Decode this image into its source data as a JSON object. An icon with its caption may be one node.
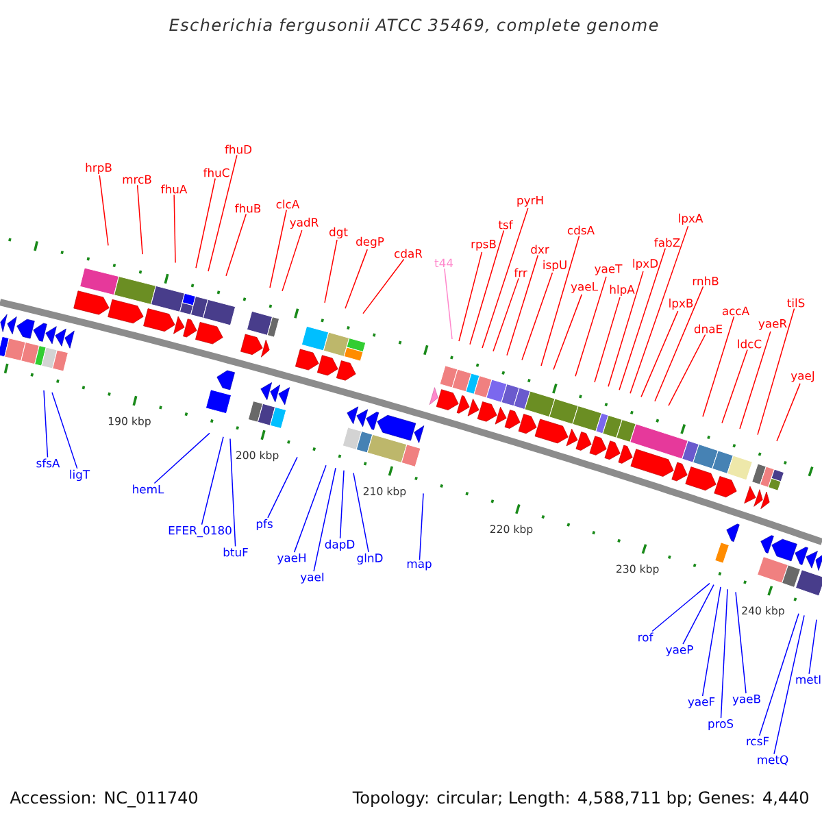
{
  "diagram": {
    "title": "Escherichia fergusonii ATCC 35469, complete genome",
    "nodes": [
      {
        "text": [
          "hrpB"
        ]
      },
      {
        "text": [
          "mrcB"
        ]
      },
      {
        "text": [
          "fhuA"
        ]
      },
      {
        "text": [
          "fhuC"
        ]
      },
      {
        "text": [
          "fhuD"
        ]
      },
      {
        "text": [
          "fhuB"
        ]
      },
      {
        "text": [
          "clcA"
        ]
      },
      {
        "text": [
          "yadR"
        ]
      },
      {
        "text": [
          "dgt"
        ]
      },
      {
        "text": [
          "degP"
        ]
      },
      {
        "text": [
          "cdaR"
        ]
      },
      {
        "text": [
          "t44"
        ]
      },
      {
        "text": [
          "rpsB"
        ]
      },
      {
        "text": [
          "tsf"
        ]
      },
      {
        "text": [
          "pyrH"
        ]
      },
      {
        "text": [
          "frr"
        ]
      },
      {
        "text": [
          "dxr"
        ]
      },
      {
        "text": [
          "ispU"
        ]
      },
      {
        "text": [
          "cdsA"
        ]
      },
      {
        "text": [
          "yaeL"
        ]
      },
      {
        "text": [
          "yaeT"
        ]
      },
      {
        "text": [
          "hlpA"
        ]
      },
      {
        "text": [
          "lpxD"
        ]
      },
      {
        "text": [
          "fabZ"
        ]
      },
      {
        "text": [
          "lpxA"
        ]
      },
      {
        "text": [
          "lpxB"
        ]
      },
      {
        "text": [
          "rnhB"
        ]
      },
      {
        "text": [
          "dnaE"
        ]
      },
      {
        "text": [
          "accA"
        ]
      },
      {
        "text": [
          "ldcC"
        ]
      },
      {
        "text": [
          "yaeR"
        ]
      },
      {
        "text": [
          "tilS"
        ]
      },
      {
        "text": [
          "yaeJ"
        ]
      },
      {
        "text": [
          "sfsA"
        ]
      },
      {
        "text": [
          "ligT"
        ]
      },
      {
        "text": [
          "hemL"
        ]
      },
      {
        "text": [
          "EFER_0180"
        ]
      },
      {
        "text": [
          "btuF"
        ]
      },
      {
        "text": [
          "pfs"
        ]
      },
      {
        "text": [
          "yaeH"
        ]
      },
      {
        "text": [
          "yaeI"
        ]
      },
      {
        "text": [
          "dapD"
        ]
      },
      {
        "text": [
          "glnD"
        ]
      },
      {
        "text": [
          "map"
        ]
      },
      {
        "text": [
          "rof"
        ]
      },
      {
        "text": [
          "yaeP"
        ]
      },
      {
        "text": [
          "yaeF"
        ]
      },
      {
        "text": [
          "proS"
        ]
      },
      {
        "text": [
          "yaeB"
        ]
      },
      {
        "text": [
          "rcsF"
        ]
      },
      {
        "text": [
          "metQ"
        ]
      },
      {
        "text": [
          "metI"
        ]
      }
    ],
    "edges": [
      {
        "from": 0,
        "to": null,
        "arrow": "none"
      },
      {
        "from": 1,
        "to": null,
        "arrow": "none"
      },
      {
        "from": 2,
        "to": null,
        "arrow": "none"
      },
      {
        "from": 3,
        "to": null,
        "arrow": "none"
      },
      {
        "from": 4,
        "to": null,
        "arrow": "none"
      },
      {
        "from": 5,
        "to": null,
        "arrow": "none"
      },
      {
        "from": 6,
        "to": null,
        "arrow": "none"
      },
      {
        "from": 7,
        "to": null,
        "arrow": "none"
      },
      {
        "from": 8,
        "to": null,
        "arrow": "none"
      },
      {
        "from": 9,
        "to": null,
        "arrow": "none"
      },
      {
        "from": 10,
        "to": null,
        "arrow": "none"
      },
      {
        "from": 11,
        "to": null,
        "arrow": "none",
        "color": "#ff88cc"
      },
      {
        "from": 12,
        "to": null,
        "arrow": "none"
      },
      {
        "from": 13,
        "to": null,
        "arrow": "none"
      },
      {
        "from": 14,
        "to": null,
        "arrow": "none"
      },
      {
        "from": 15,
        "to": null,
        "arrow": "none"
      },
      {
        "from": 16,
        "to": null,
        "arrow": "none"
      },
      {
        "from": 17,
        "to": null,
        "arrow": "none"
      },
      {
        "from": 18,
        "to": null,
        "arrow": "none"
      },
      {
        "from": 19,
        "to": null,
        "arrow": "none"
      },
      {
        "from": 20,
        "to": null,
        "arrow": "none"
      },
      {
        "from": 21,
        "to": null,
        "arrow": "none"
      },
      {
        "from": 22,
        "to": null,
        "arrow": "none"
      },
      {
        "from": 23,
        "to": null,
        "arrow": "none"
      },
      {
        "from": 24,
        "to": null,
        "arrow": "none"
      },
      {
        "from": 25,
        "to": null,
        "arrow": "none"
      },
      {
        "from": 26,
        "to": null,
        "arrow": "none"
      },
      {
        "from": 27,
        "to": null,
        "arrow": "none"
      },
      {
        "from": 28,
        "to": null,
        "arrow": "none"
      },
      {
        "from": 29,
        "to": null,
        "arrow": "none"
      },
      {
        "from": 30,
        "to": null,
        "arrow": "none"
      },
      {
        "from": 31,
        "to": null,
        "arrow": "none"
      },
      {
        "from": 32,
        "to": null,
        "arrow": "none"
      },
      {
        "from": 33,
        "to": null,
        "arrow": "none",
        "color": "#0000ff"
      },
      {
        "from": 34,
        "to": null,
        "arrow": "none",
        "color": "#0000ff"
      },
      {
        "from": 35,
        "to": null,
        "arrow": "none",
        "color": "#0000ff"
      },
      {
        "from": 36,
        "to": null,
        "arrow": "none",
        "color": "#0000ff"
      },
      {
        "from": 37,
        "to": null,
        "arrow": "none",
        "color": "#0000ff"
      },
      {
        "from": 38,
        "to": null,
        "arrow": "none",
        "color": "#0000ff"
      },
      {
        "from": 39,
        "to": null,
        "arrow": "none",
        "color": "#0000ff"
      },
      {
        "from": 40,
        "to": null,
        "arrow": "none",
        "color": "#0000ff"
      },
      {
        "from": 41,
        "to": null,
        "arrow": "none",
        "color": "#0000ff"
      },
      {
        "from": 42,
        "to": null,
        "arrow": "none",
        "color": "#0000ff"
      },
      {
        "from": 43,
        "to": null,
        "arrow": "none",
        "color": "#0000ff"
      },
      {
        "from": 44,
        "to": null,
        "arrow": "none",
        "color": "#0000ff"
      },
      {
        "from": 45,
        "to": null,
        "arrow": "none",
        "color": "#0000ff"
      },
      {
        "from": 46,
        "to": null,
        "arrow": "none",
        "color": "#0000ff"
      },
      {
        "from": 47,
        "to": null,
        "arrow": "none",
        "color": "#0000ff"
      },
      {
        "from": 48,
        "to": null,
        "arrow": "none",
        "color": "#0000ff"
      },
      {
        "from": 49,
        "to": null,
        "arrow": "none",
        "color": "#0000ff"
      },
      {
        "from": 50,
        "to": null,
        "arrow": "none",
        "color": "#0000ff"
      },
      {
        "from": 51,
        "to": null,
        "arrow": "none",
        "color": "#0000ff"
      }
    ],
    "labels": [
      "190 kbp",
      "200 kbp",
      "210 kbp",
      "220 kbp",
      "230 kbp",
      "240 kbp",
      "Accession: NC_011740",
      "Topology: circular; Length: 4,588,711 bp; Genes: 4,440"
    ]
  }
}
